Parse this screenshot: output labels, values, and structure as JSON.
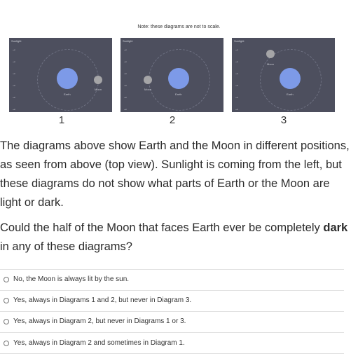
{
  "note": "Note: these diagrams are not to scale.",
  "diagrams": [
    {
      "number": "1",
      "sunlight": "Sunlight",
      "earth_label": "Earth",
      "moon_label": "Moon"
    },
    {
      "number": "2",
      "sunlight": "Sunlight",
      "earth_label": "Earth",
      "moon_label": "Moon"
    },
    {
      "number": "3",
      "sunlight": "Sunlight",
      "earth_label": "Earth",
      "moon_label": "Moon"
    }
  ],
  "question": {
    "p1": "The diagrams above show Earth and the Moon in different positions, as seen from above (top view). Sunlight is coming from the left, but these diagrams do not show what parts of Earth or the Moon are light or dark.",
    "p2_before": "Could the half of the Moon that faces Earth ever be completely",
    "p2_bold": "dark",
    "p2_after": "in any of these diagrams?"
  },
  "options": [
    {
      "label": "No, the Moon is always lit by the sun."
    },
    {
      "label": "Yes, always in Diagrams 1 and 2, but never in Diagram 3."
    },
    {
      "label": "Yes, always in Diagram 2, but never in Diagrams 1 or 3."
    },
    {
      "label": "Yes, always in Diagram 2 and sometimes in Diagram 1."
    }
  ],
  "colors": {
    "panel": "#4d4f5e",
    "earth": "#7d9ae8",
    "moon": "#a5a5a7"
  }
}
